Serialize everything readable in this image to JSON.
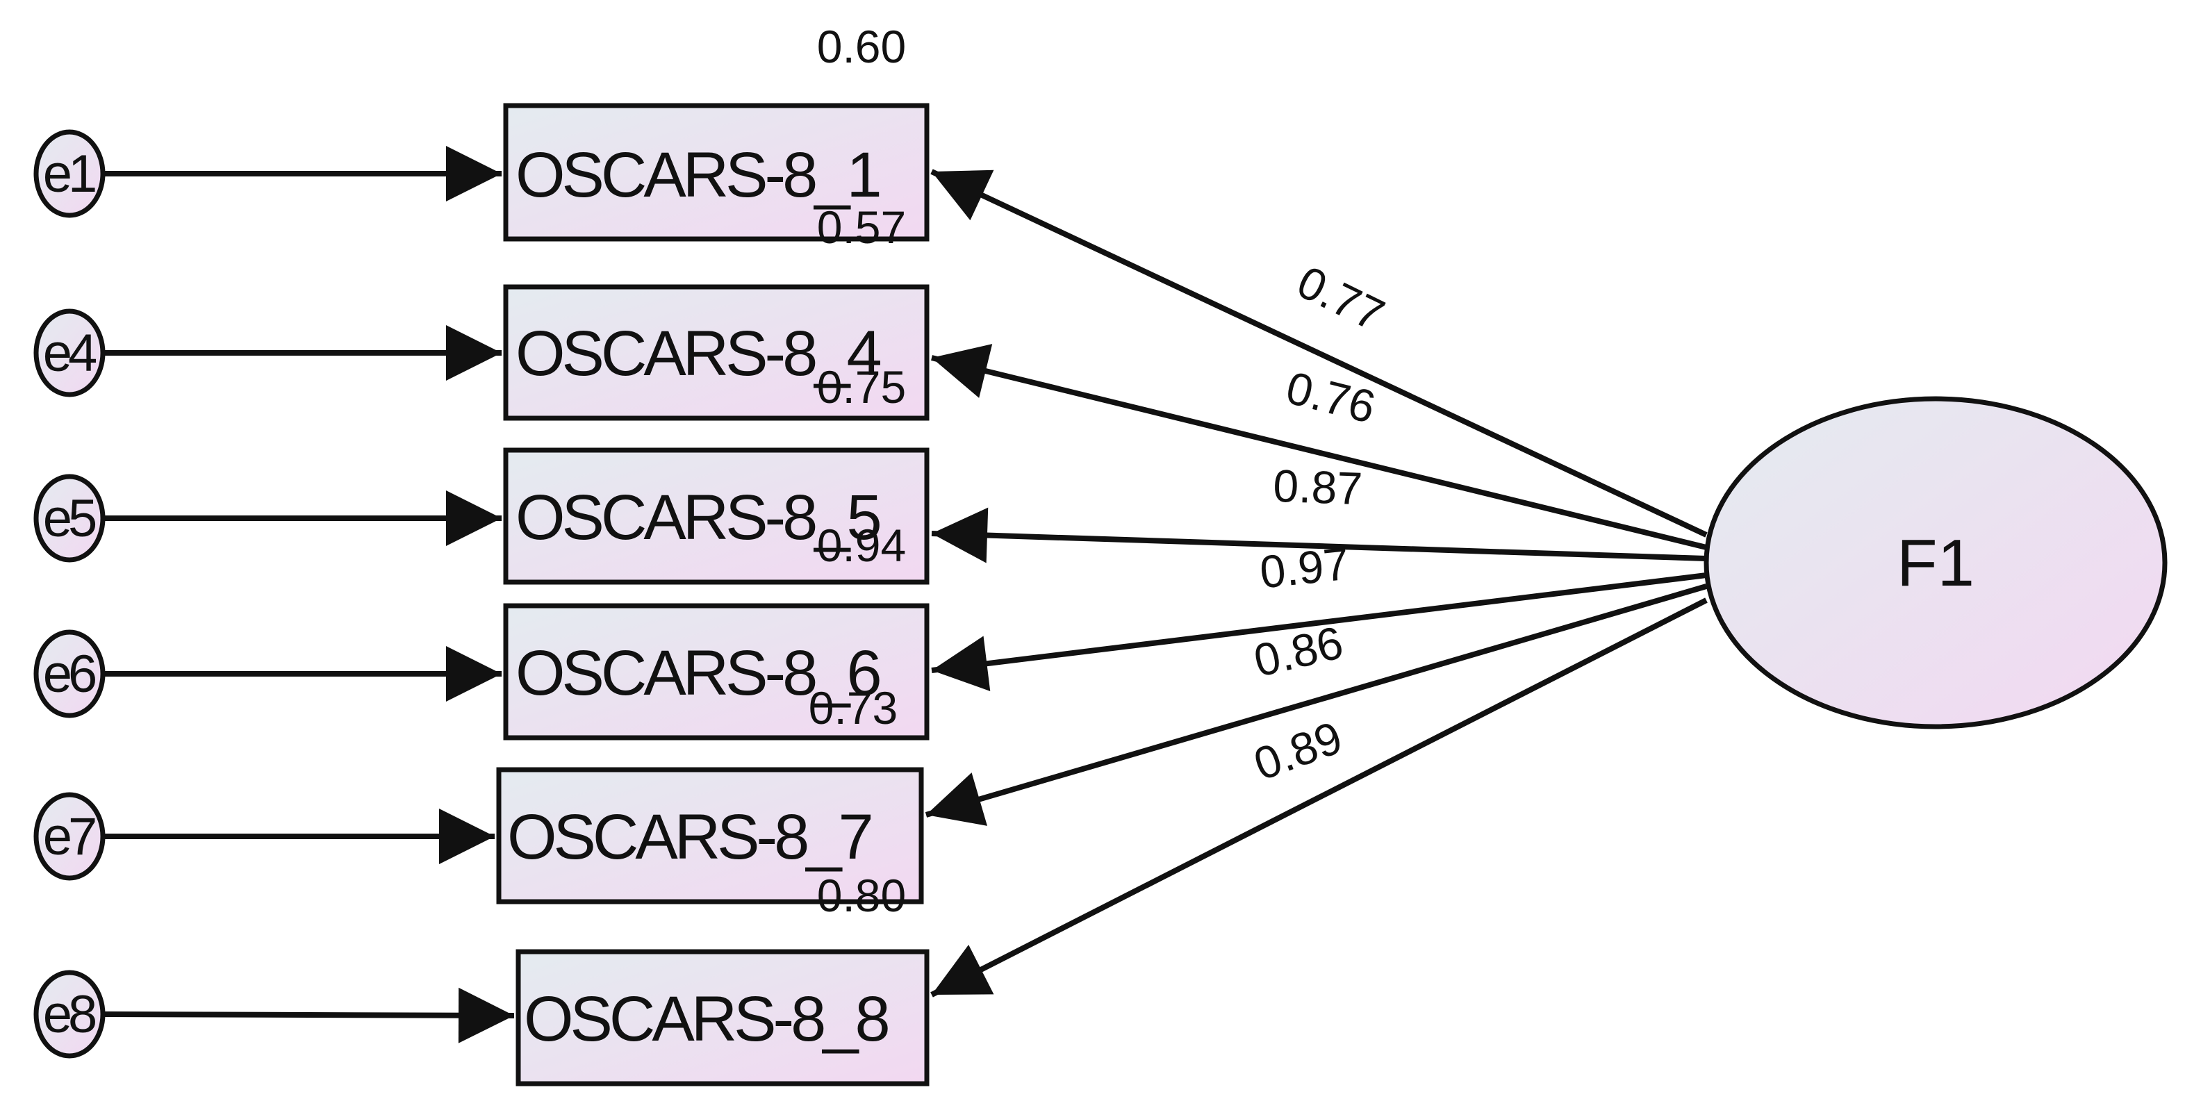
{
  "factor": {
    "label": "F1"
  },
  "items": [
    {
      "indicator": "OSCARS-8_1",
      "error": "e1",
      "loading": "0.77",
      "r2": "0.60"
    },
    {
      "indicator": "OSCARS-8_4",
      "error": "e4",
      "loading": "0.76",
      "r2": "0.57"
    },
    {
      "indicator": "OSCARS-8_5",
      "error": "e5",
      "loading": "0.87",
      "r2": "0.75"
    },
    {
      "indicator": "OSCARS-8_6",
      "error": "e6",
      "loading": "0.97",
      "r2": "0.94"
    },
    {
      "indicator": "OSCARS-8_7",
      "error": "e7",
      "loading": "0.86",
      "r2": "0.73"
    },
    {
      "indicator": "OSCARS-8_8",
      "error": "e8",
      "loading": "0.89",
      "r2": "0.80"
    }
  ]
}
